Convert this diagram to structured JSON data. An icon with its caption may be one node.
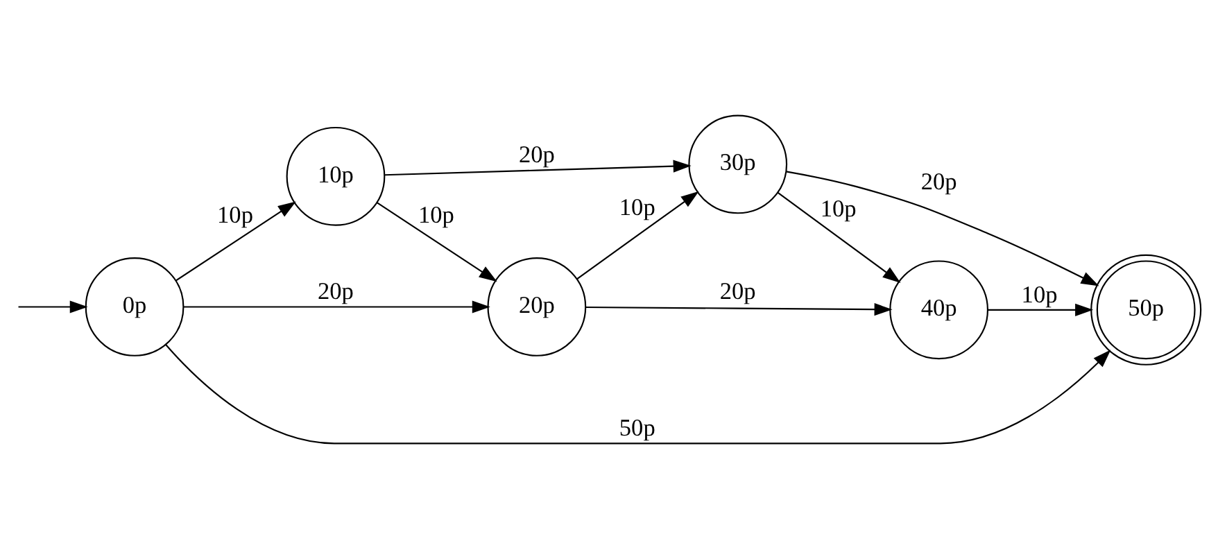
{
  "diagram": {
    "nodes": [
      {
        "text": [
          "0p"
        ]
      },
      {
        "text": [
          "10p"
        ]
      },
      {
        "text": [
          "20p"
        ]
      },
      {
        "text": [
          "30p"
        ]
      },
      {
        "text": [
          "40p"
        ]
      },
      {
        "text": [
          "50p"
        ]
      }
    ],
    "edges": [
      {
        "from": null,
        "to": 0,
        "arrow": "to"
      },
      {
        "from": 0,
        "to": 5,
        "arrow": "to",
        "label": "50p"
      },
      {
        "from": 0,
        "to": 2,
        "arrow": "to",
        "label": "20p"
      },
      {
        "from": 2,
        "to": 4,
        "arrow": "to",
        "label": "20p"
      },
      {
        "from": 0,
        "to": 1,
        "arrow": "to",
        "label": "10p"
      },
      {
        "from": 1,
        "to": 2,
        "arrow": "to",
        "label": "10p"
      },
      {
        "from": 2,
        "to": 3,
        "arrow": "to",
        "label": "10p"
      },
      {
        "from": 3,
        "to": 4,
        "arrow": "to",
        "label": "10p"
      },
      {
        "from": 4,
        "to": 5,
        "arrow": "to",
        "label": "10p"
      },
      {
        "from": 1,
        "to": 3,
        "arrow": "to",
        "label": "20p"
      },
      {
        "from": 3,
        "to": 5,
        "arrow": "to",
        "label": "20p"
      }
    ]
  }
}
